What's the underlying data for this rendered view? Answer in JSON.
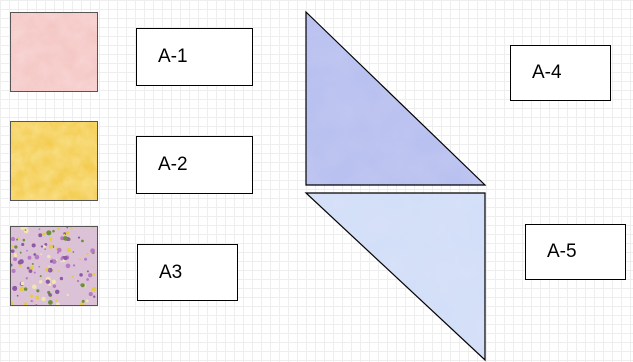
{
  "swatches": [
    {
      "id": "A-1",
      "color": "#f6c9c6"
    },
    {
      "id": "A-2",
      "color": "#f5cf52"
    },
    {
      "id": "A3",
      "color": "#d8b8d2"
    }
  ],
  "labels": {
    "a1": "A-1",
    "a2": "A-2",
    "a3": "A3",
    "a4": "A-4",
    "a5": "A-5"
  },
  "triangles": {
    "top_color": "#a8b2ec",
    "bottom_color": "#c8d6f5"
  }
}
